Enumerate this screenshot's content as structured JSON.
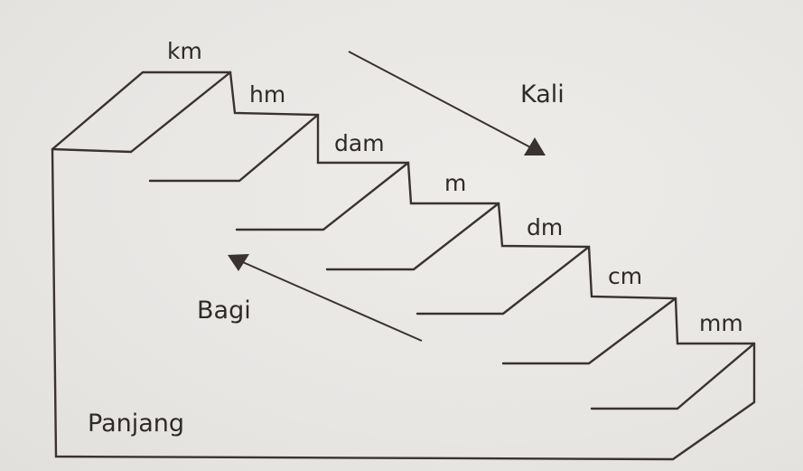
{
  "diagram": {
    "title": "Panjang",
    "units": [
      {
        "id": "km",
        "label": "km"
      },
      {
        "id": "hm",
        "label": "hm"
      },
      {
        "id": "dam",
        "label": "dam"
      },
      {
        "id": "m",
        "label": "m"
      },
      {
        "id": "dm",
        "label": "dm"
      },
      {
        "id": "cm",
        "label": "cm"
      },
      {
        "id": "mm",
        "label": "mm"
      }
    ],
    "arrows": {
      "down": {
        "label": "Kali",
        "direction": "down-right"
      },
      "up": {
        "label": "Bagi",
        "direction": "up-left"
      }
    },
    "colors": {
      "line": "#3a3230",
      "text": "#2e2a28",
      "background": "#e9e7e4"
    }
  }
}
